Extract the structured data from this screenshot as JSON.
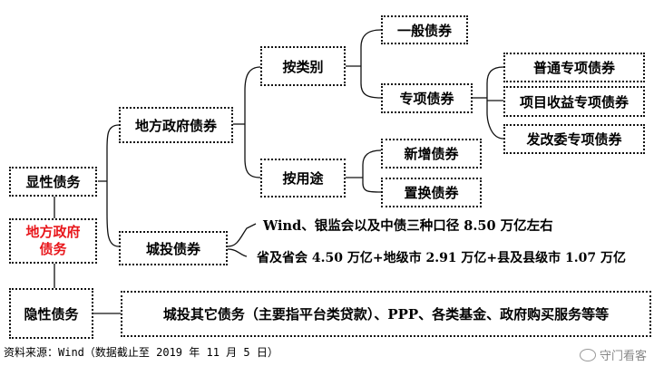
{
  "nodes": {
    "explicit_debt": "显性债务",
    "local_gov_debt": [
      "地方政府",
      "债务"
    ],
    "hidden_debt": "隐性债务",
    "local_gov_bonds": "地方政府债券",
    "chengtou_bonds": "城投债券",
    "by_category": "按类别",
    "by_use": "按用途",
    "general_bonds": "一般债券",
    "special_bonds": "专项债券",
    "ordinary_special_bonds": "普通专项债券",
    "project_revenue_special_bonds": "项目收益专项债券",
    "ndrc_special_bonds": "发改委专项债券",
    "new_bonds": "新增债券",
    "replacement_bonds": "置换债券",
    "hidden_debt_detail": "城投其它债务（主要指平台类贷款）、PPP、各类基金、政府购买服务等等"
  },
  "notes": {
    "chengtou_total": "Wind、银监会以及中债三种口径 8.50 万亿左右",
    "chengtou_split": "省及省会 4.50 万亿+地级市 2.91 万亿+县及县级市 1.07 万亿"
  },
  "footer": {
    "source": "资料来源：Wind（数据截止至 2019 年 11 月 5 日）",
    "watermark": "守门看客"
  },
  "colors": {
    "highlight_text": "#e8161b",
    "line": "#111111"
  }
}
